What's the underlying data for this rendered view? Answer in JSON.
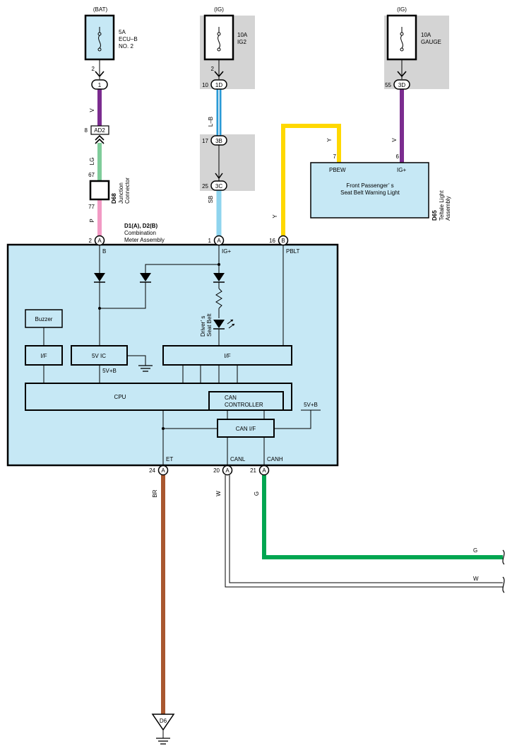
{
  "fuses": [
    {
      "source": "(BAT)",
      "rating": "5A",
      "name1": "ECU–B",
      "name2": "NO. 2",
      "pin": "2"
    },
    {
      "source": "(IG)",
      "rating": "10A",
      "name1": "IG2",
      "name2": "",
      "pin": "2"
    },
    {
      "source": "(IG)",
      "rating": "10A",
      "name1": "GAUGE",
      "name2": "",
      "pin": ""
    }
  ],
  "connectors": {
    "c1": {
      "label": "1"
    },
    "c1d": {
      "pin": "10",
      "label": "1D"
    },
    "c3d": {
      "pin": "55",
      "label": "3D"
    },
    "ad2": {
      "pin": "8",
      "label": "AD2"
    },
    "c3b": {
      "pin": "17",
      "label": "3B"
    },
    "c3c": {
      "pin": "25",
      "label": "3C"
    },
    "jc_pin_top": "67",
    "jc_pin_bot": "77"
  },
  "wires": {
    "v1": "V",
    "lg": "LG",
    "p": "P",
    "lb": "L–B",
    "sb": "SB",
    "v2": "V",
    "y1": "Y",
    "y2": "Y",
    "br": "BR",
    "w": "W",
    "g": "G",
    "g_end": "G",
    "w_end": "W"
  },
  "junction_connector": {
    "code": "D68",
    "name1": "Junction",
    "name2": "Connector"
  },
  "teltale": {
    "code": "D65",
    "name1": "Teltale Light",
    "name2": "Assembly",
    "pin_pbew": "7",
    "pin_igp": "6",
    "term_pbew": "PBEW",
    "term_igp": "IG+",
    "line1": "Front Passenger’ s",
    "line2": "Seat Belt Warning Light"
  },
  "meter": {
    "code": "D1(A), D2(B)",
    "name1": "Combination",
    "name2": "Meter Assembly",
    "top_pins": [
      {
        "num": "2",
        "conn": "A",
        "term": "B"
      },
      {
        "num": "1",
        "conn": "A",
        "term": "IG+"
      },
      {
        "num": "16",
        "conn": "B",
        "term": "PBLT"
      }
    ],
    "bottom_pins": [
      {
        "num": "24",
        "conn": "A",
        "term": "ET"
      },
      {
        "num": "20",
        "conn": "A",
        "term": "CANL"
      },
      {
        "num": "21",
        "conn": "A",
        "term": "CANH"
      }
    ],
    "buzzer": "Buzzer",
    "if1": "I/F",
    "vic": "5V IC",
    "if2": "I/F",
    "cpu": "CPU",
    "can_ctrl1": "CAN",
    "can_ctrl2": "CONTROLLER",
    "can_if": "CAN I/F",
    "v5b_1": "5V+B",
    "v5b_2": "5V+B",
    "led_label1": "Driver’ s",
    "led_label2": "Seat Belt"
  },
  "ground": {
    "label": "D6"
  }
}
